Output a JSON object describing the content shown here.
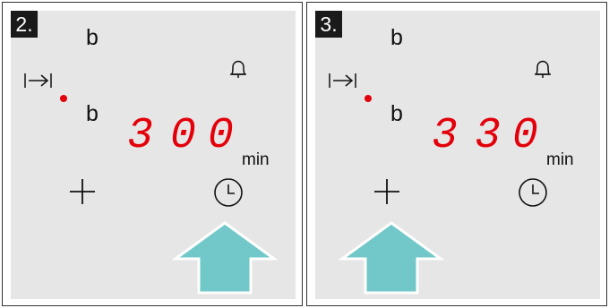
{
  "panels": [
    {
      "step": "2.",
      "letter_top": "b",
      "letter_bottom": "b",
      "display_digits": [
        "3",
        "0",
        "0"
      ],
      "unit": "min",
      "highlighted_button": "clock"
    },
    {
      "step": "3.",
      "letter_top": "b",
      "letter_bottom": "b",
      "display_digits": [
        "3",
        "3",
        "0"
      ],
      "unit": "min",
      "highlighted_button": "plus"
    }
  ],
  "icons": [
    "timer-bar-icon",
    "bell-icon",
    "plus-icon",
    "clock-icon",
    "up-arrow-icon"
  ],
  "colors": {
    "display_red": "#e3000b",
    "arrow_fill": "#72c8c8",
    "arrow_outline": "#ffffff",
    "panel_bg": "#e6e6e6",
    "step_badge_bg": "#1a1a1a"
  }
}
